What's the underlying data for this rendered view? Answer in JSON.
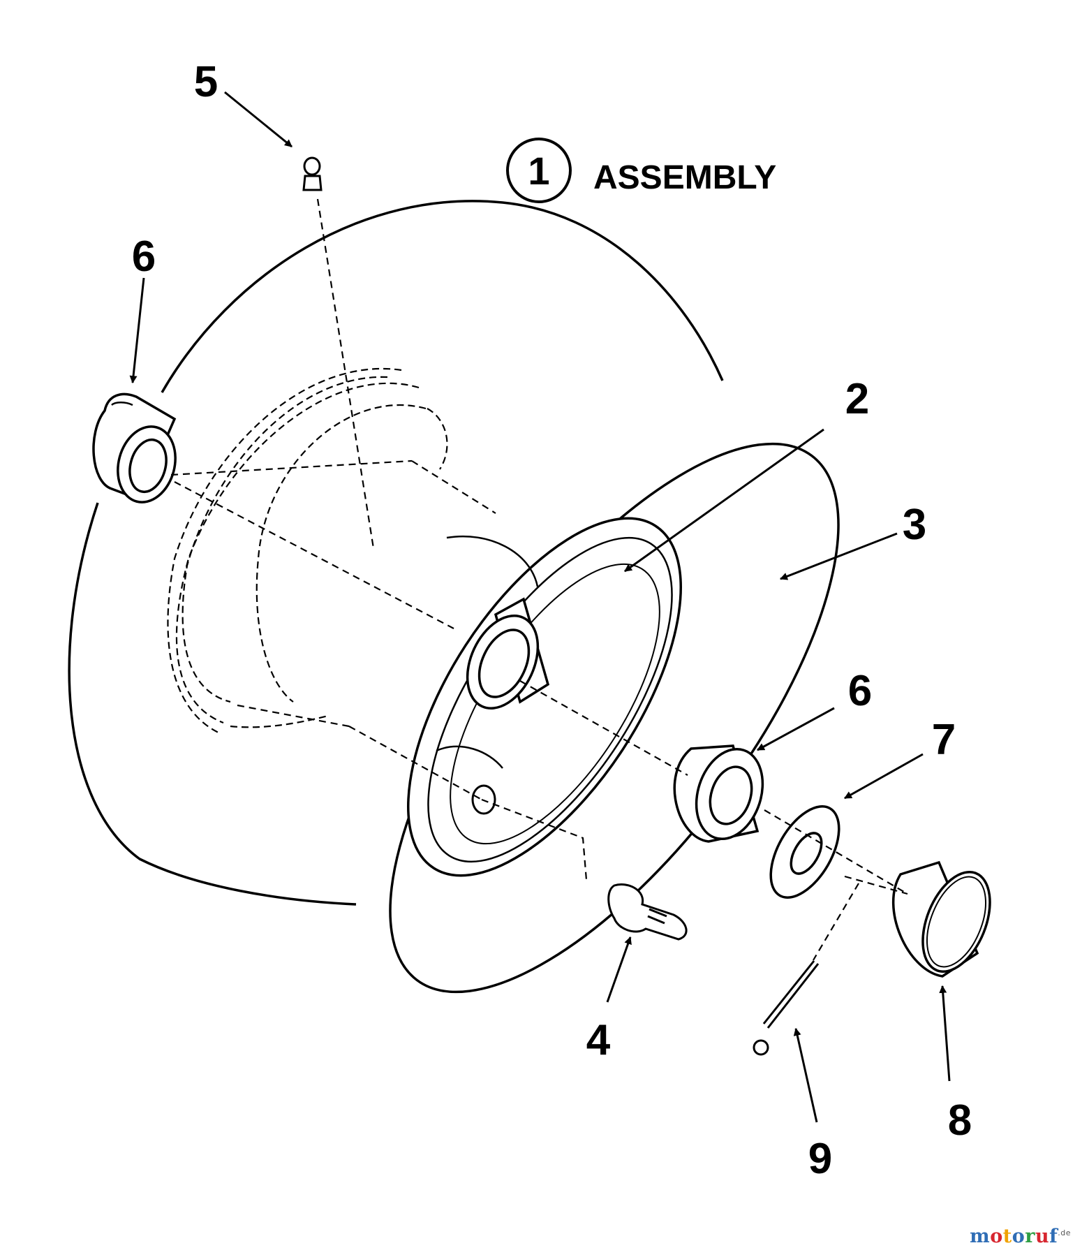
{
  "diagram": {
    "assembly_number": "1",
    "assembly_label": "ASSEMBLY",
    "callouts": {
      "c2": "2",
      "c3": "3",
      "c4": "4",
      "c5": "5",
      "c6_left": "6",
      "c6_right": "6",
      "c7": "7",
      "c8": "8",
      "c9": "9"
    }
  },
  "watermark": {
    "letters": [
      "m",
      "o",
      "t",
      "o",
      "r",
      "u",
      "f"
    ],
    "letter_colors": [
      "#2f6db5",
      "#d7262f",
      "#f0a202",
      "#2f6db5",
      "#2e9e44",
      "#d7262f",
      "#2f6db5"
    ],
    "suffix": ".de"
  }
}
